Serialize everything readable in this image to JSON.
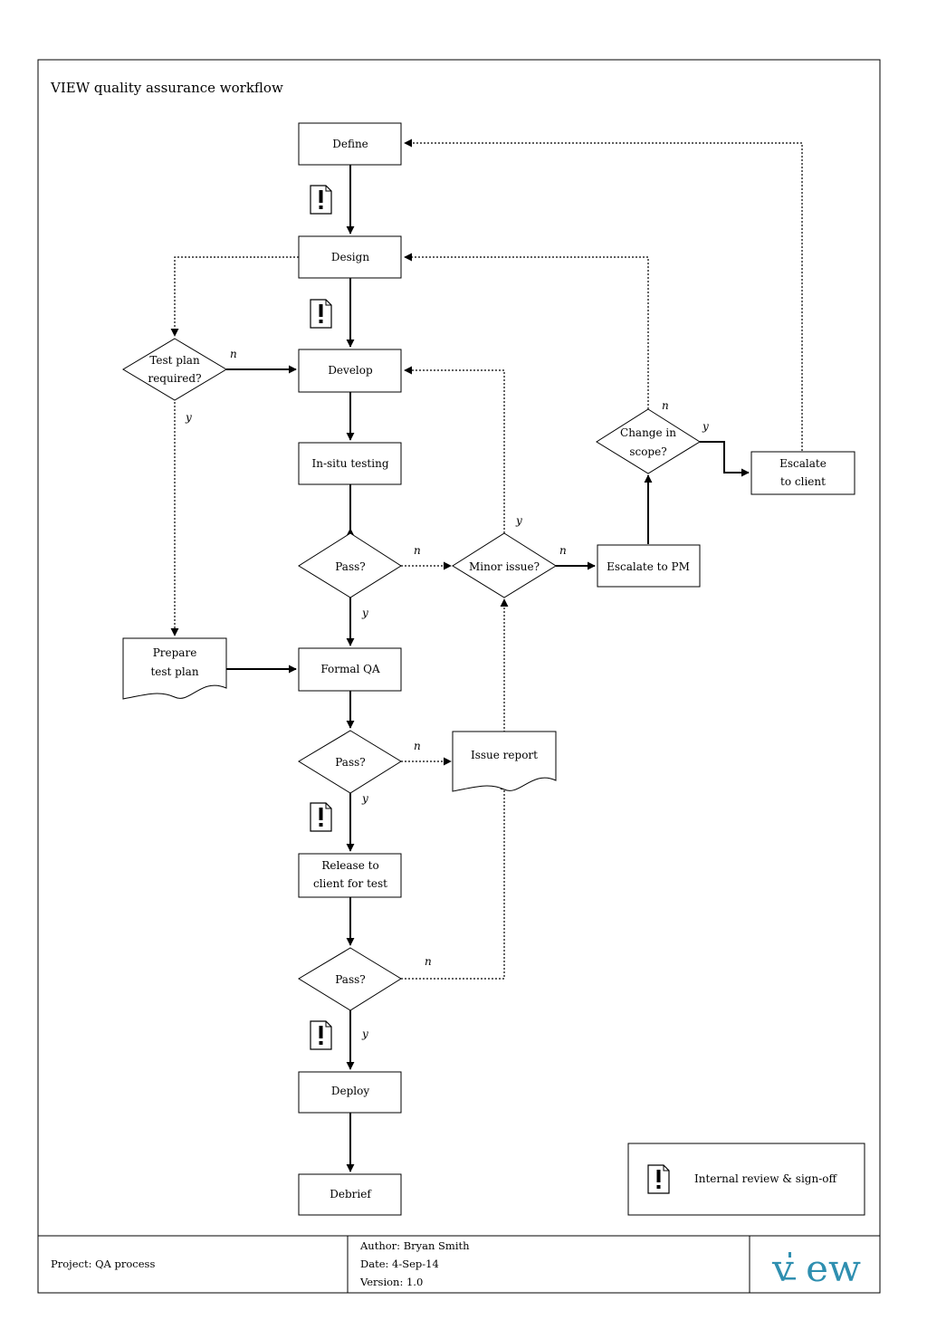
{
  "title": "VIEW quality assurance workflow",
  "nodes": {
    "define": "Define",
    "design": "Design",
    "develop": "Develop",
    "insitu": "In-situ testing",
    "testplan_q": [
      "Test plan",
      "required?"
    ],
    "pass1": "Pass?",
    "minor": "Minor issue?",
    "escalate_pm": "Escalate to PM",
    "change_scope": [
      "Change in",
      "scope?"
    ],
    "escalate_client": [
      "Escalate",
      "to client"
    ],
    "prepare_plan": [
      "Prepare",
      "test plan"
    ],
    "formal_qa": "Formal QA",
    "pass2": "Pass?",
    "issue_report": "Issue report",
    "release": [
      "Release to",
      "client for test"
    ],
    "pass3": "Pass?",
    "deploy": "Deploy",
    "debrief": "Debrief"
  },
  "labels": {
    "yes": "y",
    "no": "n"
  },
  "legend": {
    "icon": "review-signoff-icon",
    "text": "Internal review & sign-off"
  },
  "footer": {
    "project": "Project: QA process",
    "author": "Author: Bryan Smith",
    "date": "Date: 4-Sep-14",
    "version": "Version: 1.0",
    "logo": "view-logo"
  },
  "colors": {
    "logo": "#2f8fb0"
  }
}
